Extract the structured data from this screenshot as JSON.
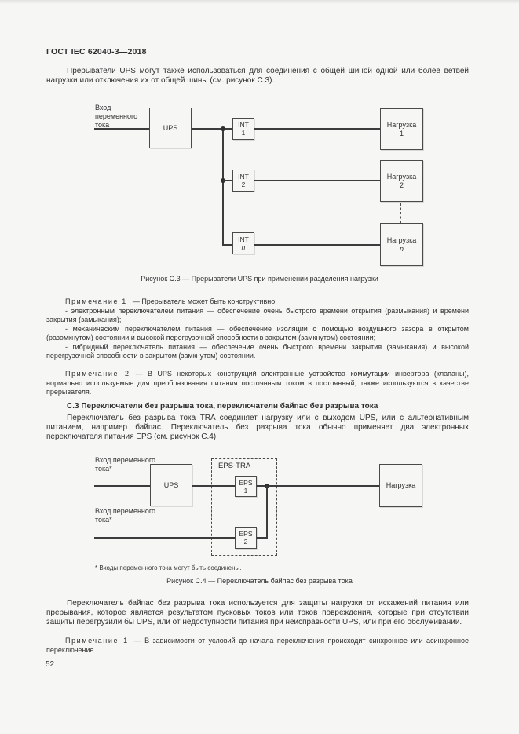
{
  "header": {
    "title": "ГОСТ IEC 62040-3—2018",
    "page_number": "52"
  },
  "intro": {
    "text": "Прерыватели UPS могут также использоваться для соединения с общей шиной одной или более ветвей нагрузки или отключения их от общей шины (см. рисунок С.3)."
  },
  "figure_c3": {
    "ac_input": "Вход переменного тока",
    "ups": "UPS",
    "int1": {
      "l1": "INT",
      "l2": "1"
    },
    "int2": {
      "l1": "INT",
      "l2": "2"
    },
    "intn": {
      "l1": "INT",
      "l2": "n"
    },
    "load1": {
      "l1": "Нагрузка",
      "l2": "1"
    },
    "load2": {
      "l1": "Нагрузка",
      "l2": "2"
    },
    "loadn": {
      "l1": "Нагрузка",
      "l2": "n"
    },
    "caption": "Рисунок С.3 — Прерыватели UPS при применении разделения нагрузки"
  },
  "note1": {
    "label": "Примечание 1",
    "text": "—  Прерыватель может быть конструктивно:",
    "items": [
      "- электронным переключателем питания — обеспечение очень быстрого времени открытия (размыкания) и времени закрытия (замыкания);",
      "- механическим переключателем питания — обеспечение изоляции с помощью воздушного зазора в открытом (разомкнутом) состоянии и высокой перегрузочной способности в закрытом (замкнутом) состоянии;",
      "- гибридный переключатель питания — обеспечение очень быстрого времени закрытия (замыкания) и высокой перегрузочной способности в закрытом (замкнутом) состоянии."
    ]
  },
  "note2": {
    "label": "Примечание 2",
    "text": "—  В UPS некоторых конструкций электронные устройства коммутации инвертора (клапаны), нормально используемые для преобразования питания постоянным током в постоянный, также используются в качестве прерывателя."
  },
  "section_c3": {
    "heading": "С.3 Переключатели без разрыва тока, переключатели байпас без разрыва тока",
    "paragraph": "Переключатель без разрыва тока TRA соединяет нагрузку или с выходом UPS, или с альтернативным питанием, например байпас. Переключатель без разрыва тока обычно применяет два электронных переключателя питания EPS (см. рисунок С.4)."
  },
  "figure_c4": {
    "ac_input_1": "Вход переменного тока*",
    "ac_input_2": "Вход переменного тока*",
    "ups": "UPS",
    "group_label": "EPS-TRA",
    "eps1": {
      "l1": "EPS",
      "l2": "1"
    },
    "eps2": {
      "l1": "EPS",
      "l2": "2"
    },
    "load": "Нагрузка",
    "footnote": "* Входы переменного тока могут быть соединены.",
    "caption": "Рисунок С.4 — Переключатель байпас без разрыва тока"
  },
  "bypass": {
    "text": "Переключатель байпас без разрыва тока используется для защиты нагрузки от искажений питания или прерывания, которое является результатом пусковых токов или токов повреждения, которые при отсутствии защиты перегрузили бы UPS, или от недоступности питания при неисправности UPS, или при его обслуживании."
  },
  "note3": {
    "label": "Примечание 1",
    "text": "—  В зависимости от условий до начала переключения происходит синхронное или асинхронное переключение."
  }
}
